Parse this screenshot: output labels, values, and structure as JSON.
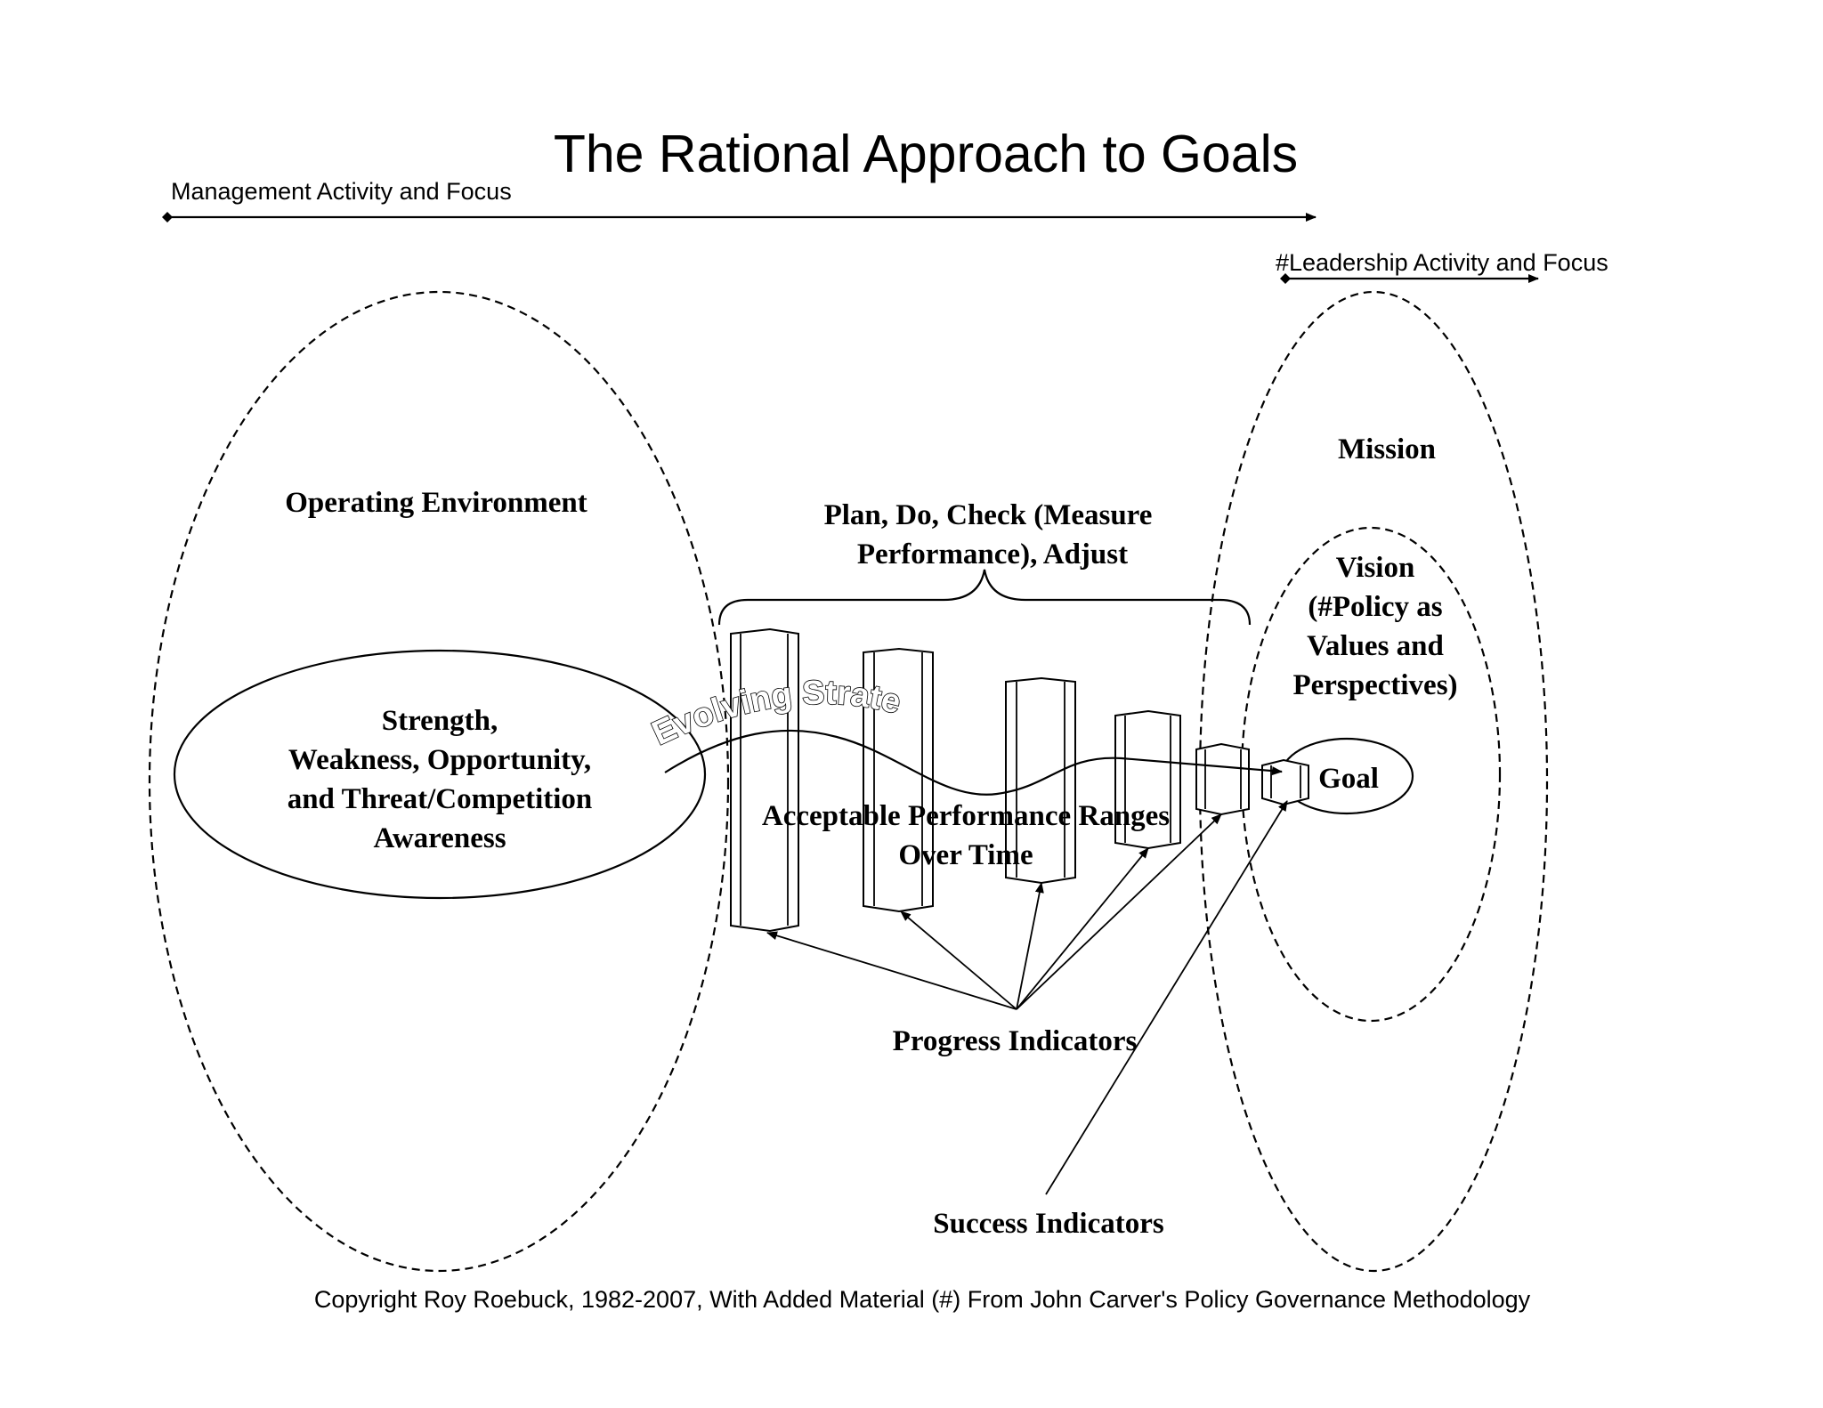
{
  "title": "The Rational Approach to Goals",
  "management_axis": "Management Activity and Focus",
  "leadership_axis": "#Leadership Activity and Focus",
  "operating_environment": "Operating Environment",
  "swot": [
    "Strength,",
    "Weakness, Opportunity,",
    "and Threat/Competition",
    "Awareness"
  ],
  "evolving_strategy": "Evolving Strategy",
  "pdca": [
    "Plan, Do, Check (Measure",
    "Performance), Adjust"
  ],
  "acceptable_ranges": [
    "Acceptable Performance Ranges",
    "Over Time"
  ],
  "progress_indicators": "Progress Indicators",
  "success_indicators": "Success Indicators",
  "mission": "Mission",
  "vision": [
    "Vision",
    "(#Policy as",
    "Values and",
    "Perspectives)"
  ],
  "goal": "Goal",
  "copyright": "Copyright Roy Roebuck, 1982-2007, With Added Material (#) From John Carver's Policy Governance Methodology"
}
